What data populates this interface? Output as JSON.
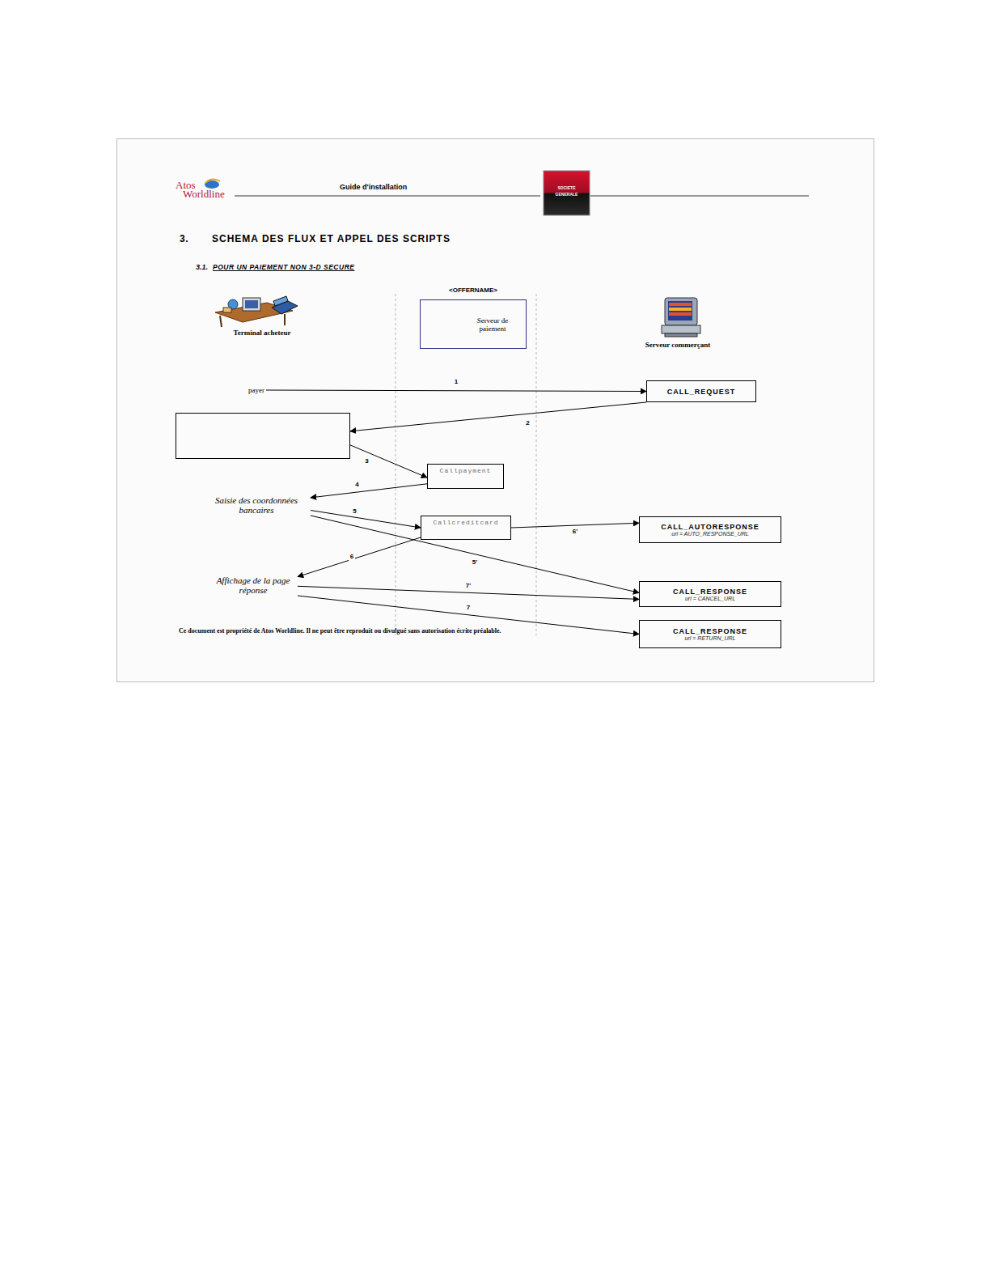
{
  "diagram": {
    "title": "SCHEMA DES FLUX ET APPEL DES SCRIPTS",
    "nodes": [
      {
        "text": [
          "<OFFERNAME>",
          "Serveur de paiement"
        ]
      },
      {
        "text": [
          "payer"
        ]
      },
      {
        "text": [
          "CALL_REQUEST"
        ]
      },
      {
        "text": []
      },
      {
        "text": [
          "Callpayment"
        ]
      },
      {
        "text": [
          "Saisie des coordonnées bancaires"
        ]
      },
      {
        "text": [
          "Callcreditcard"
        ]
      },
      {
        "text": [
          "CALL_AUTORESPONSE",
          "url = AUTO_RESPONSE_URL"
        ]
      },
      {
        "text": [
          "Affichage de la page réponse"
        ]
      },
      {
        "text": [
          "CALL_RESPONSE",
          "url = CANCEL_URL"
        ]
      },
      {
        "text": [
          "CALL_RESPONSE",
          "url = RETURN_URL"
        ]
      }
    ],
    "edges": [
      {
        "from": 1,
        "to": 2,
        "label": "1",
        "arrow": "to"
      },
      {
        "from": 2,
        "to": 3,
        "label": "2",
        "arrow": "to"
      },
      {
        "from": 3,
        "to": 4,
        "label": "3",
        "arrow": "to"
      },
      {
        "from": 4,
        "to": 5,
        "label": "4",
        "arrow": "to"
      },
      {
        "from": 5,
        "to": 6,
        "label": "5",
        "arrow": "to"
      },
      {
        "from": 6,
        "to": 7,
        "label": "6'",
        "arrow": "to"
      },
      {
        "from": 5,
        "to": 9,
        "label": "5'",
        "arrow": "to"
      },
      {
        "from": 6,
        "to": 8,
        "label": "6",
        "arrow": "to"
      },
      {
        "from": 8,
        "to": 9,
        "label": "7'",
        "arrow": "to"
      },
      {
        "from": 8,
        "to": 10,
        "label": "7",
        "arrow": "to"
      }
    ],
    "labels": [
      "Atos",
      "Worldline",
      "Guide d'installation",
      "SOCIETE",
      "GENERALE",
      "3.",
      "3.1.",
      "POUR UN PAIEMENT NON 3-D SECURE",
      "Terminal acheteur",
      "Serveur commerçant",
      "Ce document est propriété de Atos Worldline. Il ne peut être reproduit ou divulgué sans autorisation écrite préalable."
    ]
  }
}
